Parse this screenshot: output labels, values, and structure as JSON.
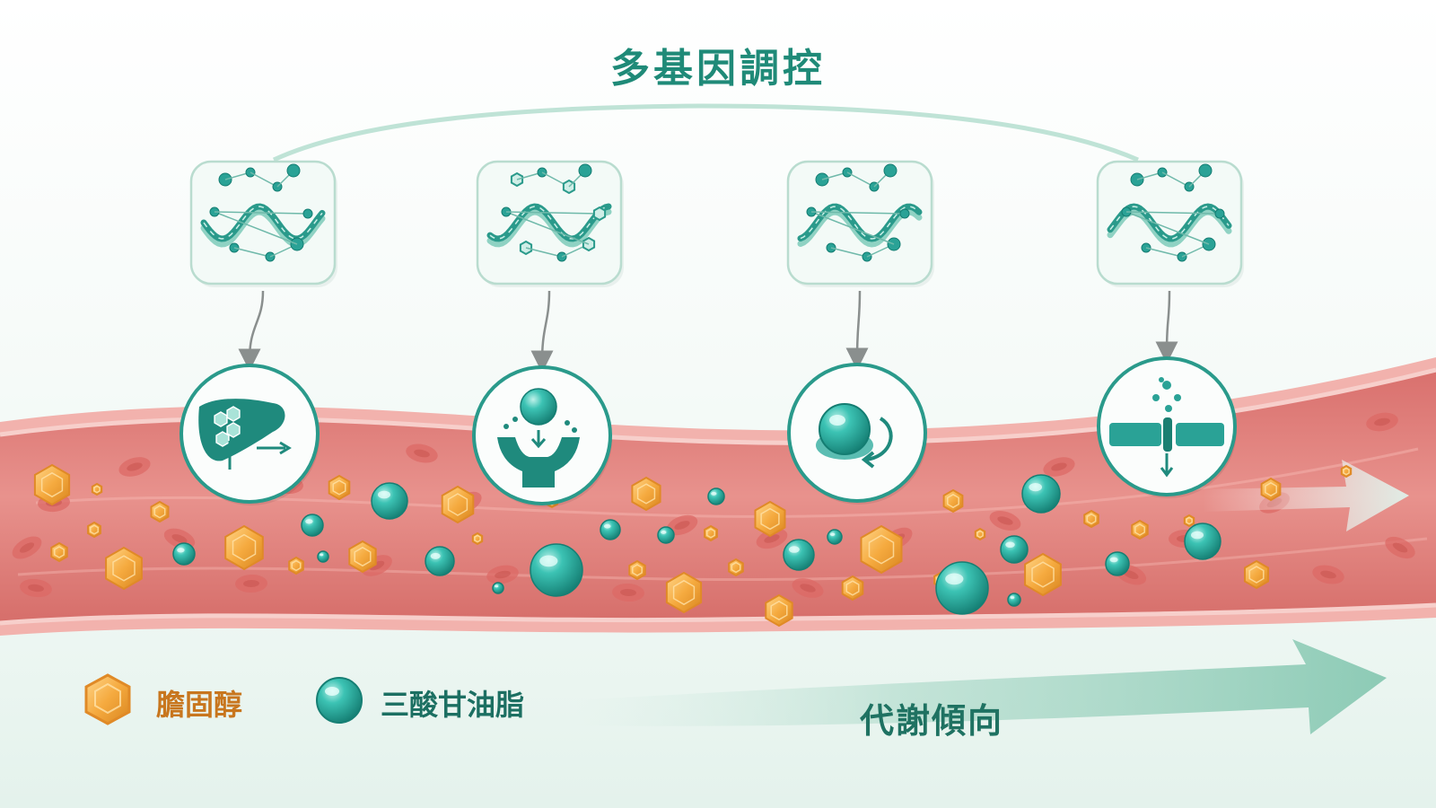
{
  "title": "多基因調控",
  "legend": {
    "cholesterol": "膽固醇",
    "triglyceride": "三酸甘油脂"
  },
  "trend_label": "代謝傾向",
  "colors": {
    "accent": "#1f8a78",
    "teal": "#2aa296",
    "vessel": "#e98a86",
    "cholesterol": "#f2a53b",
    "triglyceride": "#2fb3a6",
    "cholesterol_text": "#c8761e"
  },
  "gene_panels": [
    {
      "icon": "dna-gene-icon"
    },
    {
      "icon": "dna-gene-icon"
    },
    {
      "icon": "dna-gene-icon"
    },
    {
      "icon": "dna-gene-icon"
    }
  ],
  "mechanisms": [
    {
      "icon": "liver-production-icon"
    },
    {
      "icon": "receptor-uptake-icon"
    },
    {
      "icon": "lipoprotein-recycling-icon"
    },
    {
      "icon": "membrane-transport-icon"
    }
  ]
}
